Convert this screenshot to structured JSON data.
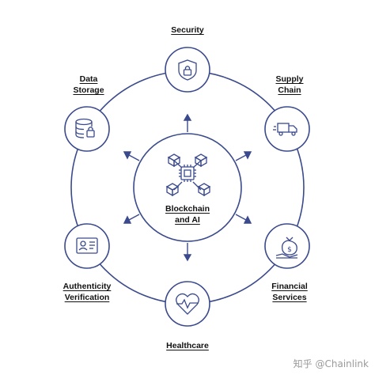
{
  "center": {
    "line1": "Blockchain",
    "line2": "and AI"
  },
  "nodes": {
    "security": {
      "line1": "Security"
    },
    "supply_chain": {
      "line1": "Supply",
      "line2": "Chain"
    },
    "financial": {
      "line1": "Financial",
      "line2": "Services"
    },
    "healthcare": {
      "line1": "Healthcare"
    },
    "authenticity": {
      "line1": "Authenticity",
      "line2": "Verification"
    },
    "data_storage": {
      "line1": "Data",
      "line2": "Storage"
    }
  },
  "watermark": "知乎 @Chainlink",
  "colors": {
    "stroke": "#3a4a8c",
    "text": "#111111",
    "background": "#ffffff"
  }
}
